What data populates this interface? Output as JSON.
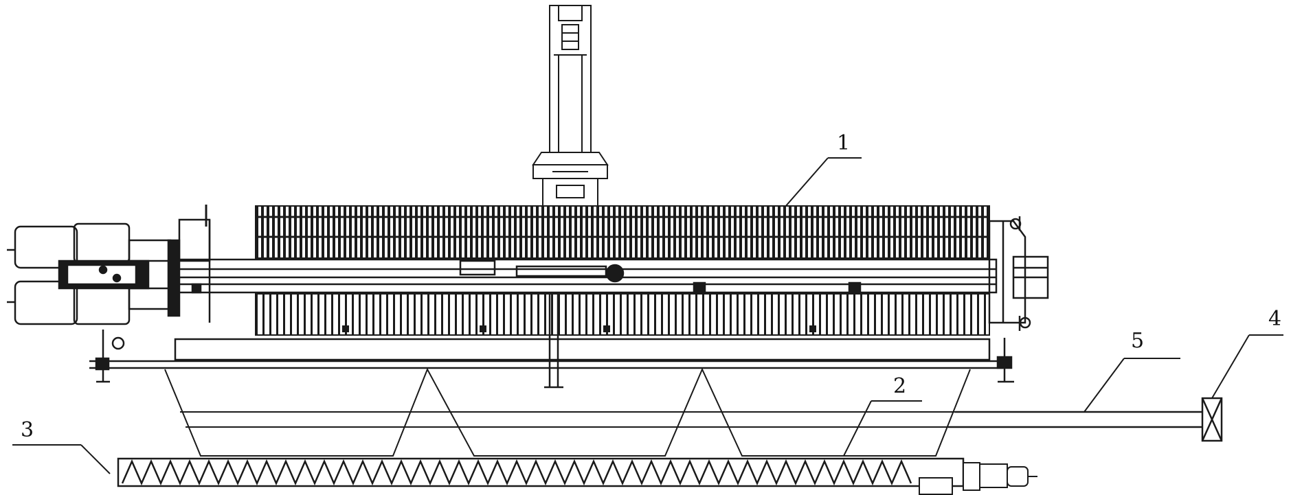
{
  "labels": {
    "l1": "1",
    "l2": "2",
    "l3": "3",
    "l4": "4",
    "l5": "5"
  },
  "colors": {
    "ink": "#1a1a1a",
    "background": "#ffffff"
  }
}
